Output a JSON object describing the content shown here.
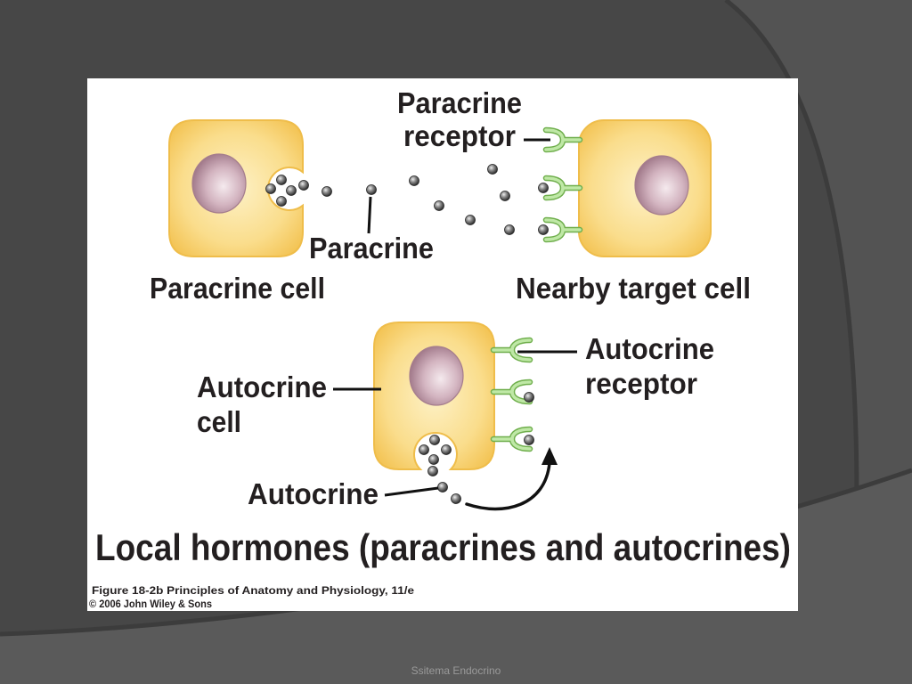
{
  "slide": {
    "footer": "Ssitema Endocrino"
  },
  "figure": {
    "labels": {
      "paracrine_receptor": {
        "line1": "Paracrine",
        "line2": "receptor"
      },
      "paracrine": "Paracrine",
      "paracrine_cell": "Paracrine cell",
      "nearby_target_cell": "Nearby target cell",
      "autocrine_cell": {
        "line1": "Autocrine",
        "line2": "cell"
      },
      "autocrine_receptor": {
        "line1": "Autocrine",
        "line2": "receptor"
      },
      "autocrine": "Autocrine"
    },
    "title": "Local hormones (paracrines and autocrines)",
    "caption": {
      "line1": "Figure 18-2b  Principles of Anatomy and Physiology, 11/e",
      "line2": "© 2006 John Wiley & Sons"
    }
  },
  "colors": {
    "slide_background": "#474747",
    "slide_band": "#5a5a5a",
    "cell": "#fadd8c",
    "nucleus": "#d3b4c0",
    "receptor": "#bfe8a6",
    "hormone_molecule": "#8a8a8a"
  }
}
